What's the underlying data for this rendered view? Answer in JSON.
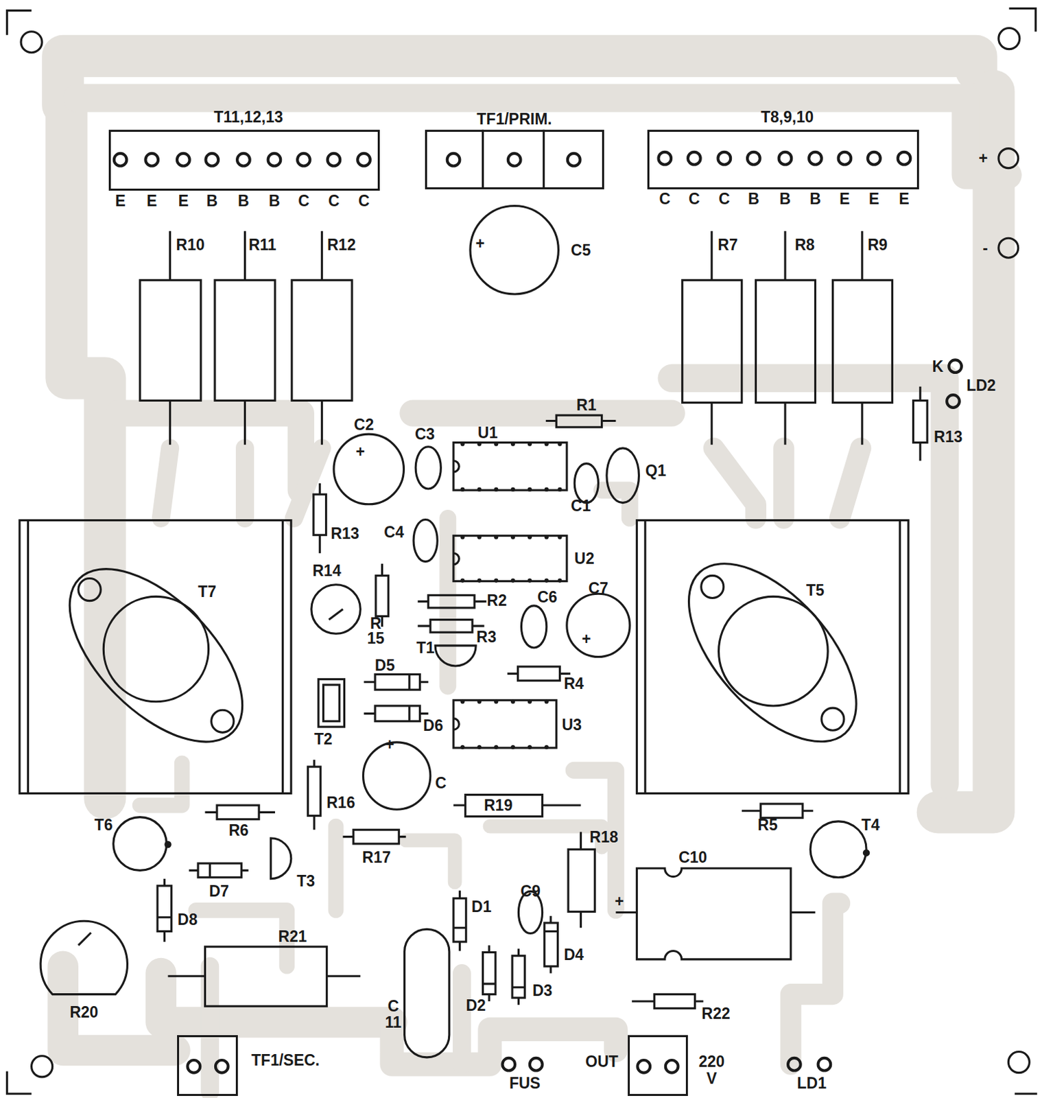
{
  "diagram": {
    "nodes": [
      {
        "text": [
          "T11,12,13"
        ]
      },
      {
        "text": [
          "TF1/PRIM."
        ]
      },
      {
        "text": [
          "T8,9,10"
        ]
      },
      {
        "text": [
          "TF1/SEC."
        ]
      },
      {
        "text": [
          "OUT",
          "220 V"
        ]
      }
    ],
    "labels": [
      "E",
      "E",
      "E",
      "B",
      "B",
      "B",
      "C",
      "C",
      "C",
      "C",
      "C",
      "C",
      "B",
      "B",
      "B",
      "E",
      "E",
      "E",
      "+",
      "-",
      "R10",
      "R11",
      "R12",
      "+",
      "C5",
      "R7",
      "R8",
      "R9",
      "K",
      "LD2",
      "C2",
      "+",
      "C3",
      "U1",
      "R1",
      "R13",
      "Q1",
      "C1",
      "R13",
      "C4",
      "U2",
      "R14",
      "T7",
      "C6",
      "C7",
      "T5",
      "R2",
      "+",
      "R",
      "15",
      "R3",
      "T1",
      "D5",
      "R4",
      "D6",
      "U3",
      "T2",
      "+",
      "C",
      "R16",
      "R19",
      "T6",
      "R6",
      "T4",
      "R5",
      "R18",
      "R17",
      "C10",
      "T3",
      "D7",
      "C9",
      "+",
      "D1",
      "D8",
      "R21",
      "D4",
      "C",
      "11",
      "D3",
      "D2",
      "R22",
      "R20",
      "FUS",
      "LD1"
    ]
  }
}
